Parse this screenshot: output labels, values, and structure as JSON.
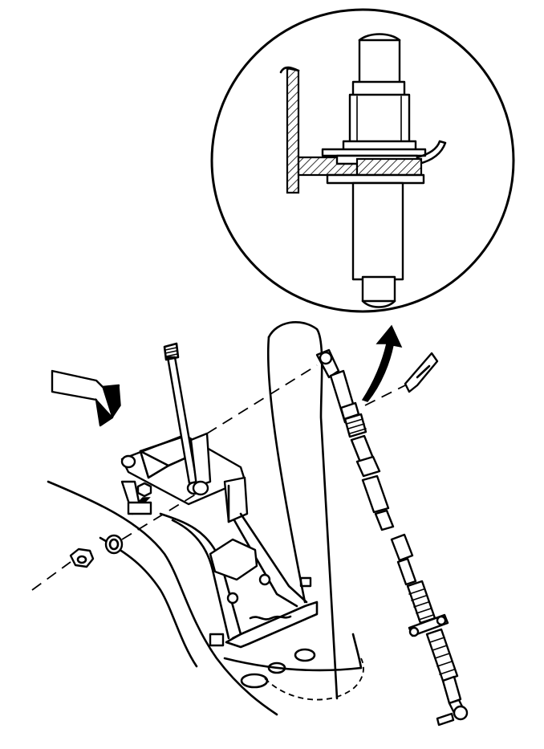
{
  "figure": {
    "type": "exploded-view line illustration",
    "colors": {
      "line": "#000000",
      "background": "#ffffff"
    },
    "components": [
      "detail-magnifier-circle",
      "direction-arrow",
      "shift-lever",
      "shifter-base-bracket",
      "floor-pan",
      "shift-cable",
      "cable-retaining-clip",
      "nut",
      "washer",
      "detail-callout-arrow"
    ]
  }
}
